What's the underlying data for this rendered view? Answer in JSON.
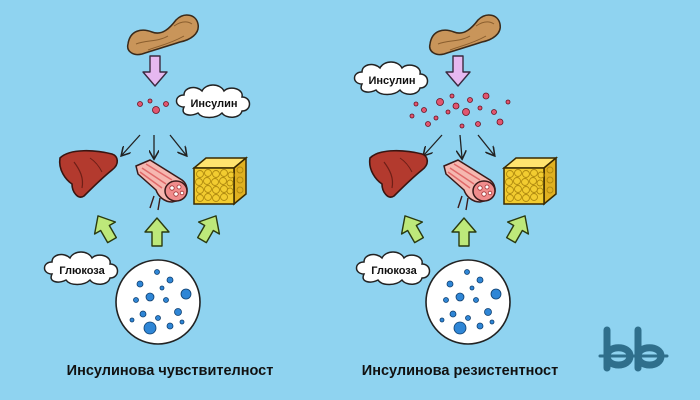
{
  "colors": {
    "background": "#8fd3f0",
    "pancreas": "#c9955a",
    "insulin_arrow": "#e6b8f0",
    "insulin_dot": "#e0566f",
    "liver": "#b33a2e",
    "muscle": "#f08c8c",
    "fat": "#f2cc30",
    "glucose_arrow": "#bde87a",
    "glucose_dot": "#2f86d6",
    "logo": "#2f6f8c"
  },
  "panels": [
    {
      "id": "sensitive",
      "insulin_label": "Инсулин",
      "glucose_label": "Глюкоза",
      "caption": "Инсулинова чувствителност"
    },
    {
      "id": "resistant",
      "insulin_label": "Инсулин",
      "glucose_label": "Глюкоза",
      "caption": "Инсулинова резистентност"
    }
  ],
  "logo": {
    "text": "bb",
    "icon": "bb-logo-icon"
  }
}
